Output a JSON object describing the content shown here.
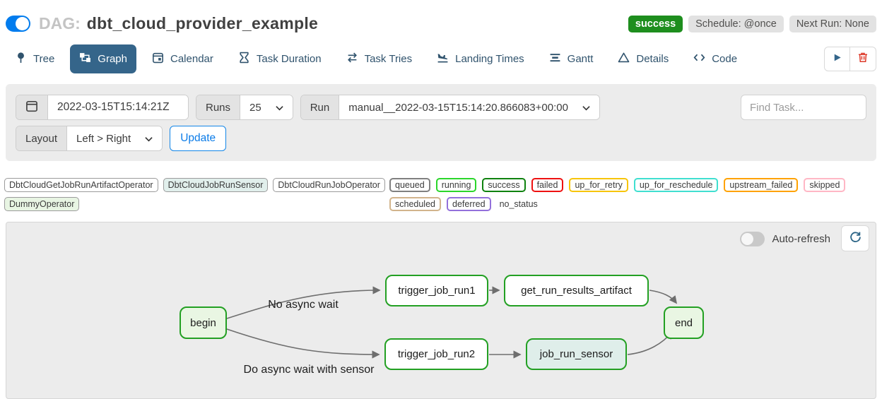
{
  "header": {
    "toggle_on": true,
    "dag_prefix": "DAG:",
    "dag_title": "dbt_cloud_provider_example",
    "status_badge": "success",
    "schedule_badge": "Schedule: @once",
    "next_run_badge": "Next Run: None"
  },
  "tabs": [
    {
      "label": "Tree",
      "icon": "tree-icon",
      "active": false
    },
    {
      "label": "Graph",
      "icon": "graph-icon",
      "active": true
    },
    {
      "label": "Calendar",
      "icon": "calendar-icon",
      "active": false
    },
    {
      "label": "Task Duration",
      "icon": "hourglass-icon",
      "active": false
    },
    {
      "label": "Task Tries",
      "icon": "retry-arrows-icon",
      "active": false
    },
    {
      "label": "Landing Times",
      "icon": "plane-landing-icon",
      "active": false
    },
    {
      "label": "Gantt",
      "icon": "gantt-bars-icon",
      "active": false
    },
    {
      "label": "Details",
      "icon": "triangle-icon",
      "active": false
    },
    {
      "label": "Code",
      "icon": "code-icon",
      "active": false
    }
  ],
  "filters": {
    "date_value": "2022-03-15T15:14:21Z",
    "runs_label": "Runs",
    "runs_value": "25",
    "run_label": "Run",
    "run_value": "manual__2022-03-15T15:14:20.866083+00:00",
    "find_task_placeholder": "Find Task...",
    "layout_label": "Layout",
    "layout_value": "Left > Right",
    "update_label": "Update"
  },
  "legend": {
    "operators": [
      {
        "label": "DbtCloudGetJobRunArtifactOperator",
        "bg": "#ffffff"
      },
      {
        "label": "DbtCloudJobRunSensor",
        "bg": "#e1efec"
      },
      {
        "label": "DbtCloudRunJobOperator",
        "bg": "#ffffff"
      },
      {
        "label": "DummyOperator",
        "bg": "#e8f5e3"
      }
    ],
    "statuses": [
      {
        "label": "queued",
        "color": "#808080"
      },
      {
        "label": "running",
        "color": "#2bd62b"
      },
      {
        "label": "success",
        "color": "#0f820f"
      },
      {
        "label": "failed",
        "color": "#ee1111"
      },
      {
        "label": "up_for_retry",
        "color": "#f7c50a"
      },
      {
        "label": "up_for_reschedule",
        "color": "#40dfd0"
      },
      {
        "label": "upstream_failed",
        "color": "#ffa200"
      },
      {
        "label": "skipped",
        "color": "#ffb7c5"
      },
      {
        "label": "scheduled",
        "color": "#d2b48c"
      },
      {
        "label": "deferred",
        "color": "#9370db"
      }
    ],
    "no_status_label": "no_status"
  },
  "graph": {
    "auto_refresh_label": "Auto-refresh",
    "nodes": [
      {
        "id": "begin",
        "label": "begin",
        "bg": "#e9f6e3",
        "border": "#23a023"
      },
      {
        "id": "trigger_job_run1",
        "label": "trigger_job_run1",
        "bg": "#ffffff",
        "border": "#23a023"
      },
      {
        "id": "get_run_results_artifact",
        "label": "get_run_results_artifact",
        "bg": "#ffffff",
        "border": "#23a023"
      },
      {
        "id": "trigger_job_run2",
        "label": "trigger_job_run2",
        "bg": "#ffffff",
        "border": "#23a023"
      },
      {
        "id": "job_run_sensor",
        "label": "job_run_sensor",
        "bg": "#dfeeea",
        "border": "#23a023"
      },
      {
        "id": "end",
        "label": "end",
        "bg": "#e9f6e3",
        "border": "#23a023"
      }
    ],
    "edge_labels": [
      "No async wait",
      "Do async wait with sensor"
    ]
  },
  "colors": {
    "brand_blue": "#017cee",
    "active_tab_bg": "#35658a",
    "tab_text": "#30536d",
    "success_badge_green": "#1e8e1e",
    "node_border_green": "#23a023",
    "panel_bg": "#ececec",
    "play_blue": "#33658a",
    "trash_red": "#dd3b2b",
    "edge_gray": "#6e6e6e"
  }
}
